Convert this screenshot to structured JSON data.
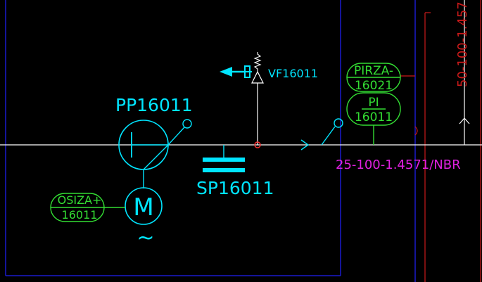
{
  "colors": {
    "background": "#000000",
    "frame_blue": "#1a1acc",
    "line_white": "#ffffff",
    "cyan": "#00e5ff",
    "green": "#33dd33",
    "magenta": "#e020e0",
    "red": "#cc1a1a",
    "node_red": "#ff3333"
  },
  "pump": {
    "tag": "PP16011"
  },
  "motor": {
    "symbol": "M",
    "supply_symbol": "~"
  },
  "motor_interlock": {
    "line1": "OSIZA+",
    "line2": "16011"
  },
  "strainer": {
    "tag": "SP16011"
  },
  "vent_valve": {
    "tag": "VF16011"
  },
  "instrument_pirza": {
    "line1": "PIRZA-",
    "line2": "16021"
  },
  "instrument_pi": {
    "line1": "PI",
    "line2": "16011"
  },
  "line_spec_main": "25-100-1.4571/NBR",
  "line_spec_vertical": "50-100-1.457"
}
